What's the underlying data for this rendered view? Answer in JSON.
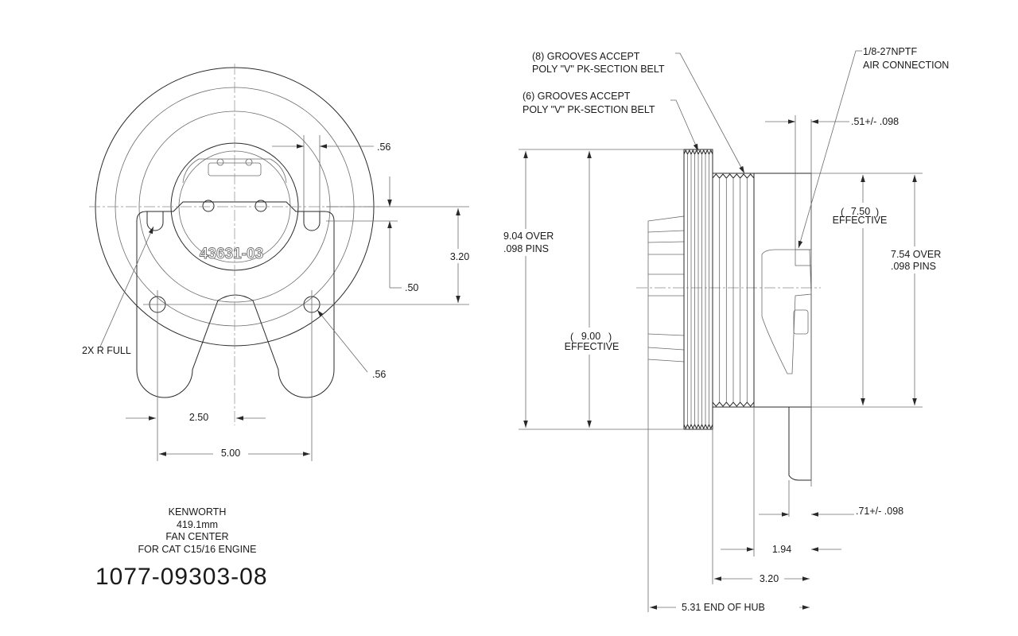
{
  "front_view": {
    "part_stamp": "43631-03",
    "dims": {
      "top_width": ".56",
      "height": "3.20",
      "slot": ".50",
      "hole": ".56",
      "half_width": "2.50",
      "width": "5.00",
      "radius_note": "2X R FULL"
    }
  },
  "side_view": {
    "callouts": {
      "eight_grooves_line1": "(8) GROOVES ACCEPT",
      "eight_grooves_line2": "POLY \"V\" PK-SECTION BELT",
      "six_grooves_line1": "(6) GROOVES ACCEPT",
      "six_grooves_line2": "POLY \"V\" PK-SECTION BELT",
      "air_line1": "1/8-27NPTF",
      "air_line2": "AIR CONNECTION"
    },
    "dims": {
      "top_offset": ".51+/- .098",
      "left_over_line1": "9.04  OVER",
      "left_over_line2": ".098 PINS",
      "left_eff_value": "9.00",
      "left_eff_label": "EFFECTIVE",
      "right_eff_value": "7.50",
      "right_eff_label": "EFFECTIVE",
      "right_over_line1": "7.54  OVER",
      "right_over_line2": ".098 PINS",
      "bottom_offset": ".71+/- .098",
      "groove_width": "1.94",
      "hub_width": "3.20",
      "end_of_hub": "5.31   END OF HUB"
    }
  },
  "title_block": {
    "line1": "KENWORTH",
    "line2": "419.1mm",
    "line3": "FAN CENTER",
    "line4": "FOR CAT C15/16 ENGINE",
    "part_number": "1077-09303-08"
  }
}
